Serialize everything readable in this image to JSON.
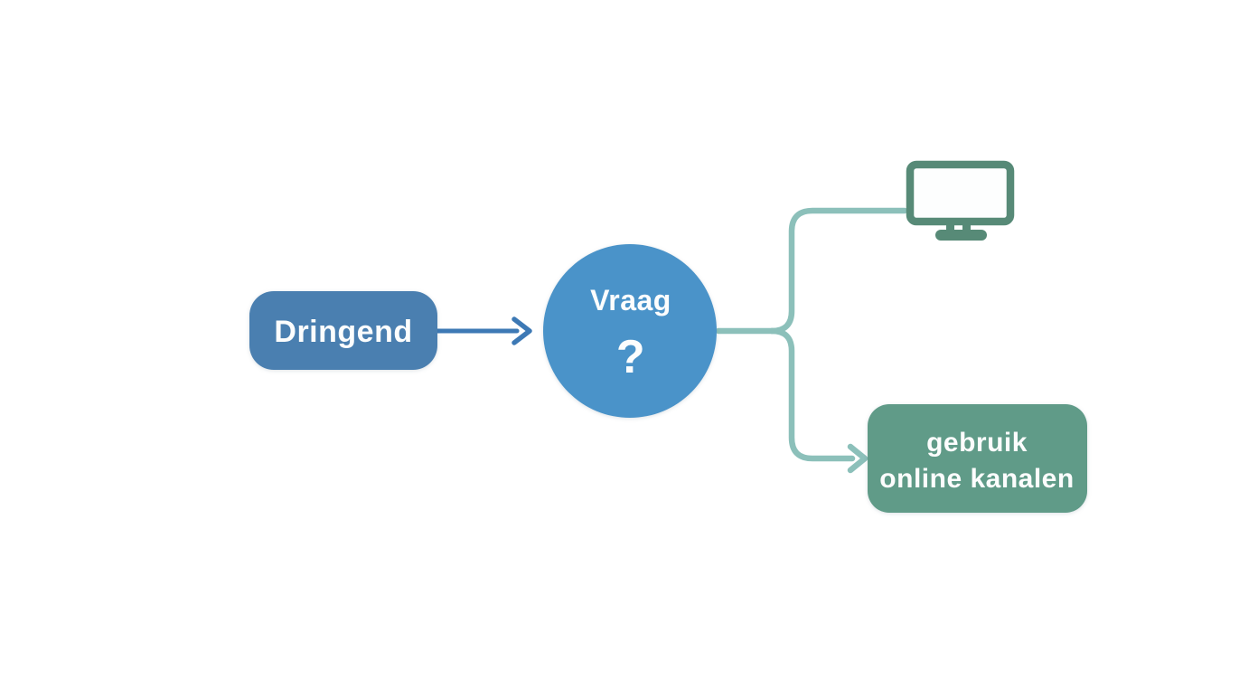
{
  "nodes": {
    "dringend": {
      "label": "Dringend"
    },
    "vraag": {
      "label": "Vraag",
      "symbol": "?"
    },
    "online": {
      "line1": "gebruik",
      "line2": "online kanalen"
    }
  },
  "icons": {
    "monitor": "desktop-monitor-icon"
  },
  "colors": {
    "dringend_box": "#4a7fb0",
    "arrow_blue": "#3d79b5",
    "vraag_circle": "#4a93c9",
    "connector_teal": "#8cc0ba",
    "monitor_green": "#578a77",
    "online_box": "#609b88",
    "text": "#fcfdfd"
  }
}
